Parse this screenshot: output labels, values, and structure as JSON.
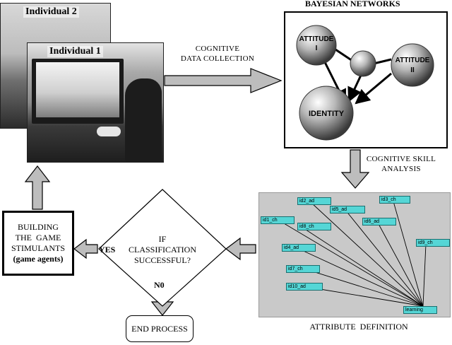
{
  "individuals": {
    "individual_2": "Individual 2",
    "individual_1": "Individual 1"
  },
  "steps": {
    "cognitive_data_collection": [
      "COGNITIVE",
      "DATA COLLECTION"
    ],
    "cognitive_skill_analysis": [
      "COGNITIVE SKILL",
      "ANALYSIS"
    ],
    "attribute_definition": "ATTRIBUTE  DEFINITION"
  },
  "bayesian": {
    "title": "BAYESIAN NETWORKS",
    "nodes": {
      "attitude_1": [
        "ATTITUDE",
        "I"
      ],
      "attitude_2": [
        "ATTITUDE",
        "II"
      ],
      "identity": "IDENTITY"
    }
  },
  "attribute_nodes": {
    "id1": "id1_ch",
    "id2": "id2_ad",
    "id3": "id3_ch",
    "id4": "id4_ad",
    "id5": "id5_ad",
    "id6": "id6_ad",
    "id7": "id7_ch",
    "id8": "id8_ch",
    "id9": "id9_ch",
    "id10": "id10_ad",
    "target": "learning"
  },
  "decision": {
    "question": [
      "IF",
      "CLASSIFICATION",
      "SUCCESSFUL?"
    ],
    "yes": "YES",
    "no": "N0"
  },
  "building": [
    "BUILDING",
    "THE  GAME",
    "STIMULANTS",
    "(game agents)"
  ],
  "end": "END PROCESS",
  "colors": {
    "attribute_node": "#55d6d6",
    "attribute_panel": "#c9c9c9",
    "arrow_fill": "#bdbdbd"
  }
}
